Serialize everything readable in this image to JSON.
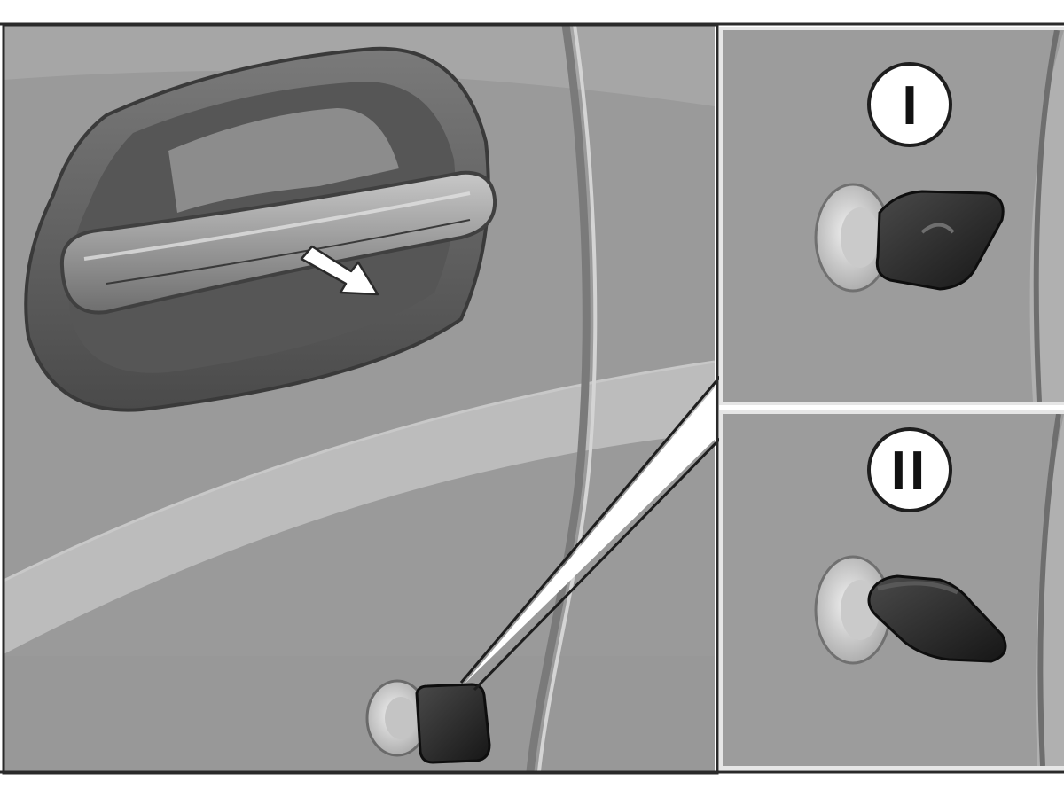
{
  "figure": {
    "main_panel": {
      "subject": "car-door-handle-with-key-in-lock",
      "arrow_direction": "pull-outward"
    },
    "inset_panels": [
      {
        "step_label": "I",
        "key_orientation": "vertical"
      },
      {
        "step_label": "II",
        "key_orientation": "horizontal"
      }
    ],
    "colors": {
      "door_body": "#9c9c9c",
      "frame": "#2a2a2a",
      "highlight": "#e2e2e2",
      "key": "#2c2c2c",
      "badge": "#ffffff"
    }
  }
}
